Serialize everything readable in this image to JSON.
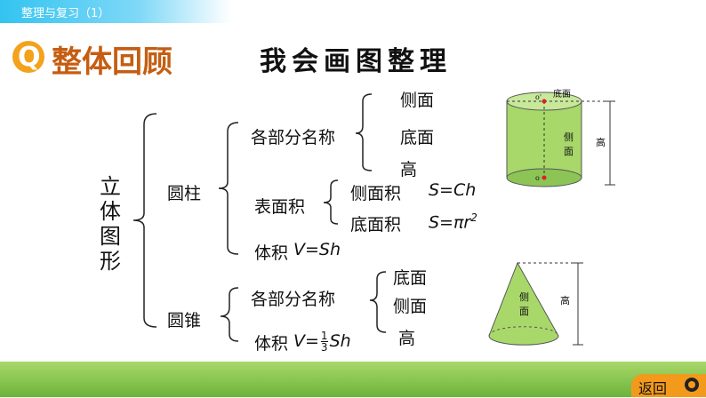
{
  "header": {
    "breadcrumb": "整理与复习（1）"
  },
  "section": {
    "logo_letter": "Q",
    "title": "整体回顾"
  },
  "main_title": "我会画图整理",
  "root_label": [
    "立",
    "体",
    "图",
    "形"
  ],
  "cylinder": {
    "name": "圆柱",
    "parts_title": "各部分名称",
    "parts": [
      "侧面",
      "底面",
      "高"
    ],
    "surface_title": "表面积",
    "surface_items": [
      {
        "label": "侧面积",
        "formula": "S=Ch"
      },
      {
        "label": "底面积",
        "formula": "S=πr",
        "sup": "2"
      }
    ],
    "volume_label": "体积",
    "volume_formula": "V=Sh"
  },
  "cone": {
    "name": "圆锥",
    "parts_title": "各部分名称",
    "parts": [
      "底面",
      "侧面",
      "高"
    ],
    "volume_label": "体积",
    "volume_formula_prefix": "V=",
    "volume_fraction": {
      "num": "1",
      "den": "3"
    },
    "volume_formula_suffix": "Sh"
  },
  "cylinder_figure": {
    "top_label": "底面",
    "side_label": [
      "侧",
      "面"
    ],
    "height_label": "高",
    "center_top": "o'",
    "center_bottom": "o"
  },
  "cone_figure": {
    "side_label": [
      "侧",
      "面"
    ],
    "height_label": "高"
  },
  "nav": {
    "back_label": "返回"
  },
  "colors": {
    "accent": "#33c4f0",
    "title": "#c45d12",
    "shape_fill": "#a9d86a",
    "button": "#f39a1c"
  }
}
